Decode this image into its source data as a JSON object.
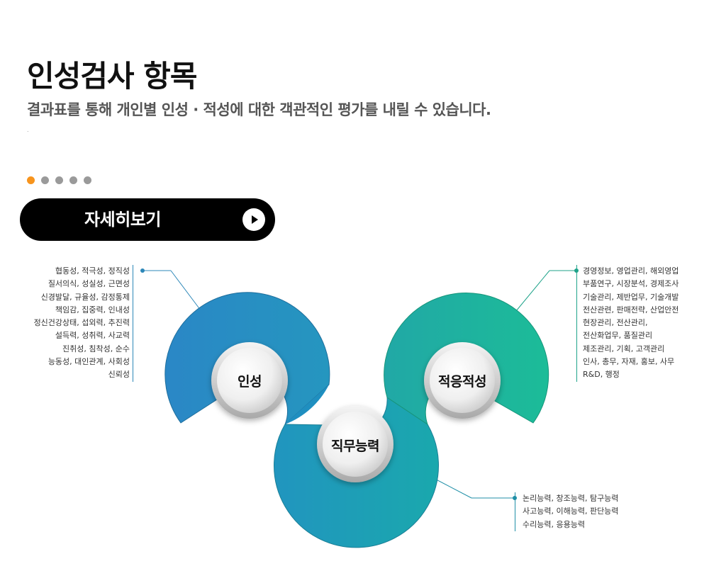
{
  "header": {
    "title": "인성검사 항목",
    "subtitle": "결과표를 통해 개인별 인성 · 적성에 대한 객관적인 평가를 내릴 수 있습니다.",
    "small_mark": "."
  },
  "pager": {
    "count": 5,
    "active_index": 0
  },
  "cta": {
    "label": "자세히보기"
  },
  "diagram": {
    "circles": {
      "personality": "인성",
      "job": "직무능력",
      "aptitude": "적응적성"
    },
    "personality_items": [
      "협동성, 적극성, 정직성",
      "질서의식, 성실성, 근면성",
      "신경발달, 규율성, 감정통제",
      "책임감, 집중력, 인내성",
      "정신건강상태, 섭외력, 추진력",
      "설득력, 성취력, 사교력",
      "진취성, 침착성, 순수",
      "능동성, 대인관계, 사회성",
      "신뢰성"
    ],
    "aptitude_items": [
      "경영정보, 영업관리, 해외영업",
      "부품연구, 시장분석, 경제조사",
      "기술관리, 제반업무, 기술개발",
      "전산관련, 판매전략, 산업안전",
      "현장관리, 전산관리,",
      "전산화업무, 품질관리",
      "제조관리, 기획, 고객관리",
      "인사, 총무, 자재, 홍보, 사무",
      "R&D, 행정"
    ],
    "job_items": [
      "논리능력, 창조능력, 탐구능력",
      "사고능력, 이해능력, 판단능력",
      "수리능력, 응용능력"
    ],
    "colors": {
      "left": "#2a87c6",
      "middle": "#1f9fb2",
      "right": "#1db899",
      "accent": "#f7941d"
    }
  }
}
